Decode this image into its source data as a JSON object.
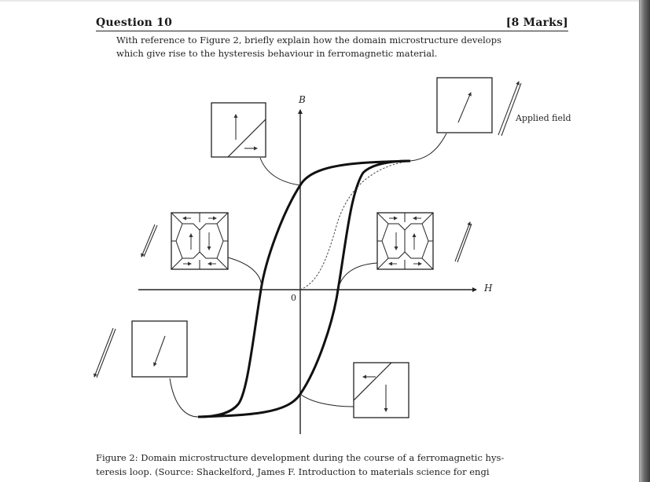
{
  "question": {
    "title": "Question 10",
    "marks": "[8 Marks]",
    "text_line1": "With reference to Figure 2, briefly explain how the domain microstructure develops",
    "text_line2": "which give rise to the hysteresis behaviour in ferromagnetic material."
  },
  "figure": {
    "axis_y_label": "B",
    "axis_x_label": "H",
    "origin_label": "0",
    "applied_field_label": "Applied field"
  },
  "caption": {
    "line1": "Figure 2: Domain microstructure development during the course of a ferromagnetic hys-",
    "line2": "teresis loop. (Source: Shackelford, James F. Introduction to materials science for engi"
  }
}
